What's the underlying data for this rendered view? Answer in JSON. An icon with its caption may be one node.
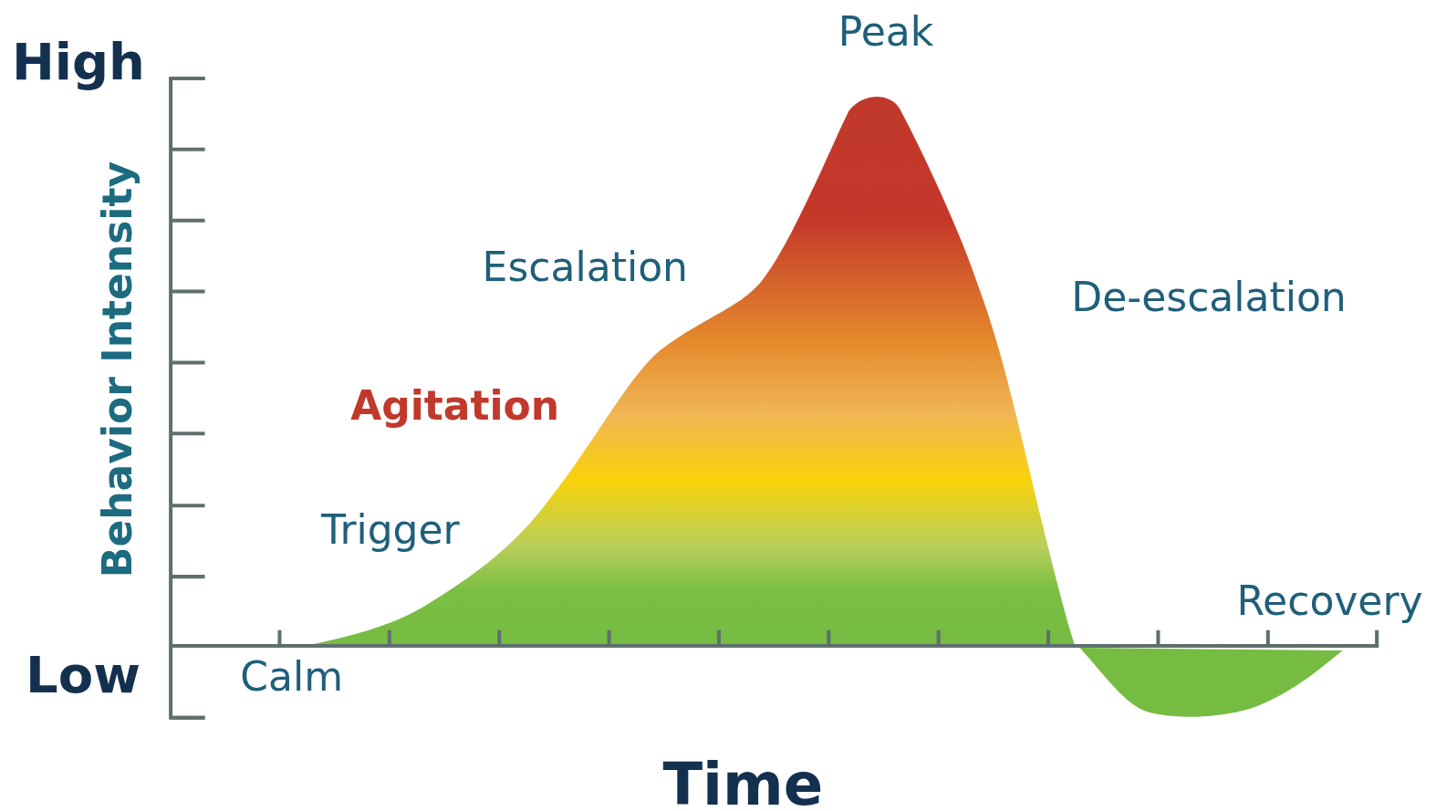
{
  "diagram": {
    "labels": [
      "High",
      "Peak",
      "Behavior Intensity",
      "Escalation",
      "De-escalation",
      "Agitation",
      "Trigger",
      "Recovery",
      "Low",
      "Calm",
      "Time"
    ]
  }
}
